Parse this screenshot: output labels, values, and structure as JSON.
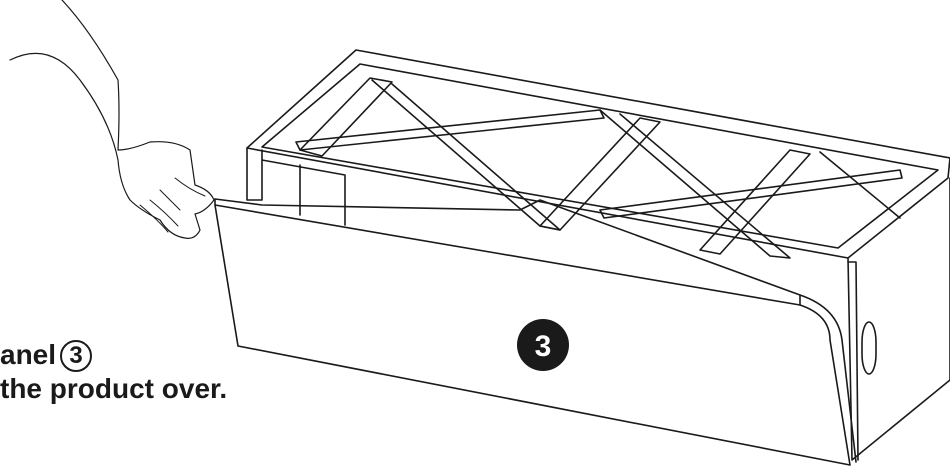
{
  "instruction": {
    "line1_text": "anel",
    "line1_ref": "3",
    "line2_text": "the product over."
  },
  "diagram": {
    "panel_badge": "3",
    "stroke_color": "#1a1a1a",
    "fill_color": "#ffffff"
  }
}
